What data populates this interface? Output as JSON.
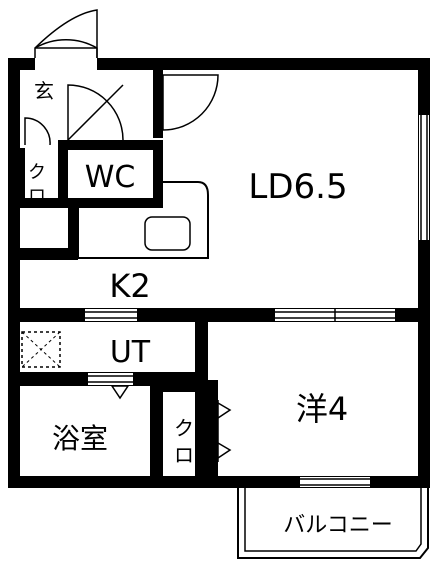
{
  "rooms": {
    "entrance": "玄",
    "closet_top": "クロ",
    "wc": "WC",
    "ld": "LD6.5",
    "kitchen": "K2",
    "utility": "UT",
    "bath": "浴室",
    "closet_bottom": "クロ",
    "western": "洋4",
    "balcony": "バルコニー"
  }
}
